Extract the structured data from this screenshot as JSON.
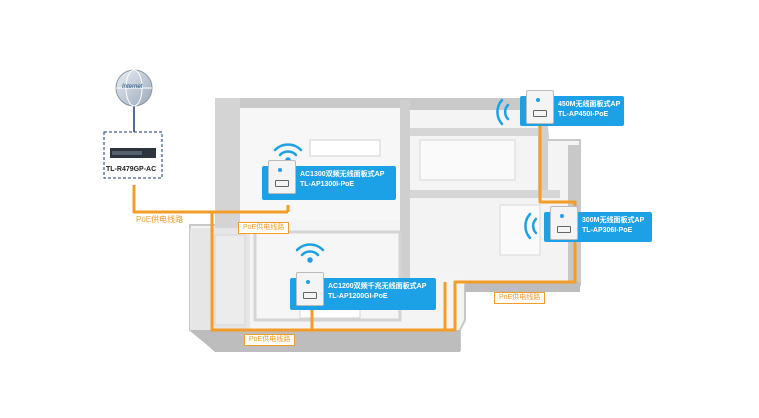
{
  "internet": {
    "label": "Internet"
  },
  "router": {
    "label": "TL-R479GP-AC"
  },
  "poe_main_label": "PoE供电线路",
  "poe_tags": [
    "PoE供电线路",
    "PoE供电线路",
    "PoE供电线路"
  ],
  "access_points": [
    {
      "line1": "AC1300双频无线面板式AP",
      "line2": "TL-AP1300I-PoE"
    },
    {
      "line1": "450M无线面板式AP",
      "line2": "TL-AP450I-PoE"
    },
    {
      "line1": "300M无线面板式AP",
      "line2": "TL-AP306I-PoE"
    },
    {
      "line1": "AC1200双频千兆无线面板式AP",
      "line2": "TL-AP1200GI-PoE"
    }
  ],
  "colors": {
    "cable": "#f39c27",
    "label_bg": "#1da1e6",
    "wall": "#c8c8c8",
    "wifi": "#1da1e6"
  }
}
